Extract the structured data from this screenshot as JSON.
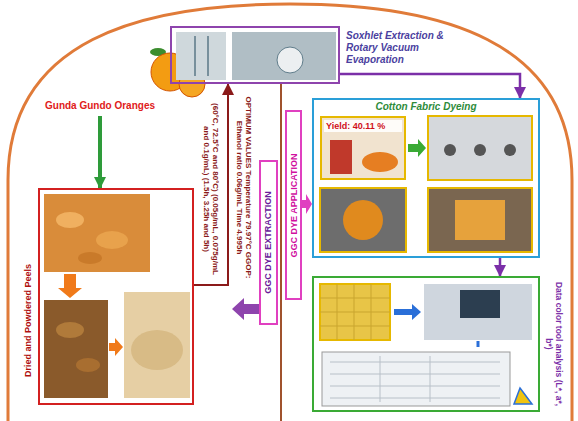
{
  "diagram": {
    "nodes": [
      {
        "text": [
          "Gunda Gundo Oranges"
        ]
      },
      {
        "text": [
          "Dried and Powdered Peels"
        ]
      },
      {
        "text": [
          "Soxhlet Extraction & Rotary Vacuum Evaporation"
        ]
      },
      {
        "text": [
          "GGC DYE EXTRACTION"
        ]
      },
      {
        "text": [
          "GGC DYE APPLICATION"
        ]
      },
      {
        "text": [
          "Cotton Fabric Dyeing"
        ]
      },
      {
        "text": [
          "Yield: 40.11 %"
        ],
        "in": 5
      },
      {
        "text": [
          "Data color tool analysis (L*, a*, b*)"
        ]
      }
    ],
    "edges": [
      {
        "from": 0,
        "to": 1,
        "arrow": "to"
      },
      {
        "from": 1,
        "to": 2,
        "arrow": "to"
      },
      {
        "from": 2,
        "to": 5,
        "arrow": "to"
      },
      {
        "from": 5,
        "to": 7,
        "arrow": "to"
      }
    ],
    "labels": [
      "(60°C, 72.5°C and 80°C) (0.05g/mL, 0.075g/mL and 0.1g/mL) (1.5h, 3.25h and 5h)",
      "OPTIMUM VALUES Temperature 79.97°C GGOP: Ethanol ratio 0.06g/mL Time 4.995h"
    ]
  }
}
